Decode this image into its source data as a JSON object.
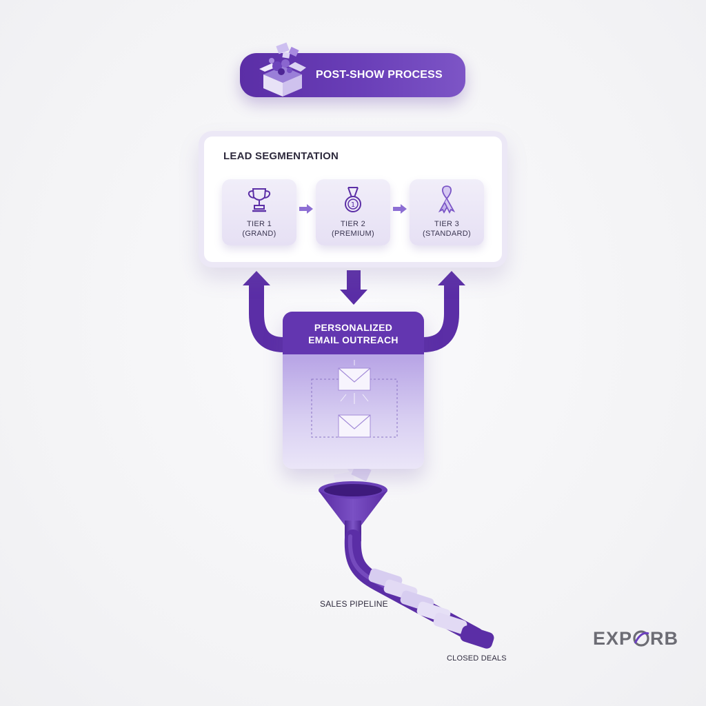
{
  "header": {
    "title": "POST-SHOW PROCESS",
    "icon": "gift-box-icon"
  },
  "segmentation": {
    "title": "LEAD SEGMENTATION",
    "tiers": [
      {
        "line1": "TIER 1",
        "line2": "(GRAND)",
        "icon": "trophy-icon"
      },
      {
        "line1": "TIER 2",
        "line2": "(PREMIUM)",
        "icon": "medal-icon"
      },
      {
        "line1": "TIER 3",
        "line2": "(STANDARD)",
        "icon": "ribbon-icon"
      }
    ]
  },
  "outreach": {
    "title_line1": "PERSONALIZED",
    "title_line2": "EMAIL OUTREACH",
    "icon": "envelope-icon"
  },
  "pipeline": {
    "label": "SALES PIPELINE",
    "icon": "funnel-icon"
  },
  "closed": {
    "label": "CLOSED DEALS"
  },
  "brand": {
    "left": "EXP",
    "right": "RB"
  },
  "colors": {
    "primary": "#5b2ea6",
    "accent": "#7d55c6",
    "light": "#e6e0f4",
    "text": "#2e2a3d",
    "logo": "#6c6c74"
  }
}
